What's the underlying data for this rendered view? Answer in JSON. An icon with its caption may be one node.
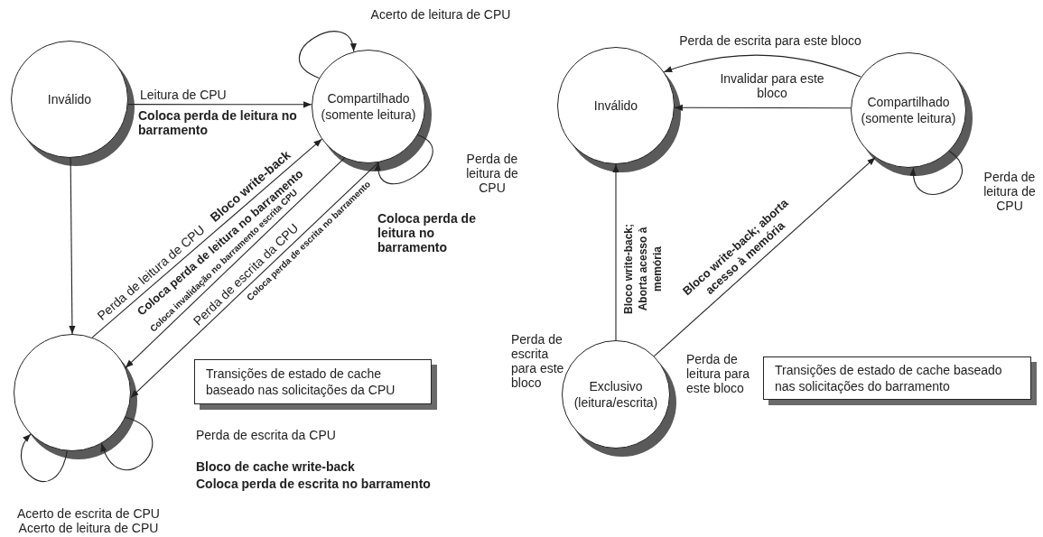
{
  "diagram": {
    "nodes": [
      {
        "text": [
          "Inválido"
        ]
      },
      {
        "text": [
          "Compartilhado (somente leitura)"
        ]
      },
      {
        "text": [],
        "shape": "circle"
      },
      {
        "text": [
          "Transições de estado de cache baseado nas solicitações da CPU"
        ]
      },
      {
        "text": [
          "Inválido"
        ]
      },
      {
        "text": [
          "Compartilhado (somente leitura)"
        ]
      },
      {
        "text": [
          "Exclusivo (leitura/escrita)"
        ]
      },
      {
        "text": [
          "Transições de estado de cache baseado nas solicitações do barramento"
        ]
      }
    ],
    "edges": [
      {
        "from": 0,
        "to": 1,
        "arrow": "to",
        "label": "Leitura de CPU **Coloca perda de leitura no barramento**"
      },
      {
        "from": 1,
        "to": 1,
        "arrow": "to",
        "label": "Acerto de leitura de CPU"
      },
      {
        "from": 1,
        "to": 1,
        "arrow": "to",
        "label": "Perda de leitura de CPU **Coloca perda de leitura no barramento**"
      },
      {
        "from": 0,
        "to": 2,
        "arrow": "to"
      },
      {
        "from": 2,
        "to": 1,
        "arrow": "to",
        "label": "Perda de leitura de CPU **Bloco write-back** **Coloca perda de leitura no barramento**"
      },
      {
        "from": 1,
        "to": 2,
        "arrow": "to",
        "label": "Coloca invalidação no barramento escrita CPU"
      },
      {
        "from": 1,
        "to": 2,
        "arrow": "to",
        "label": "Perda de escrita da CPU **Coloca perda de escrita no barramento**"
      },
      {
        "from": 2,
        "to": 2,
        "arrow": "to",
        "label": "Perda de escrita da CPU **Bloco de cache write-back** **Coloca perda de escrita no barramento**"
      },
      {
        "from": 2,
        "to": 2,
        "arrow": "to",
        "label": "Acerto de escrita de CPU Acerto de leitura de CPU"
      },
      {
        "from": 5,
        "to": 4,
        "arrow": "to",
        "label": "Perda de escrita para este bloco"
      },
      {
        "from": 5,
        "to": 4,
        "arrow": "to",
        "label": "Invalidar para este bloco"
      },
      {
        "from": 5,
        "to": 5,
        "arrow": "to",
        "label": "Perda de leitura de CPU"
      },
      {
        "from": 6,
        "to": 4,
        "arrow": "to",
        "label": "Perda de escrita para este bloco **Bloco write-back; Aborta acesso à memória**"
      },
      {
        "from": 6,
        "to": 5,
        "arrow": "to",
        "label": "Perda de leitura para este bloco **Bloco write-back; aborta acesso à memória**"
      }
    ]
  }
}
